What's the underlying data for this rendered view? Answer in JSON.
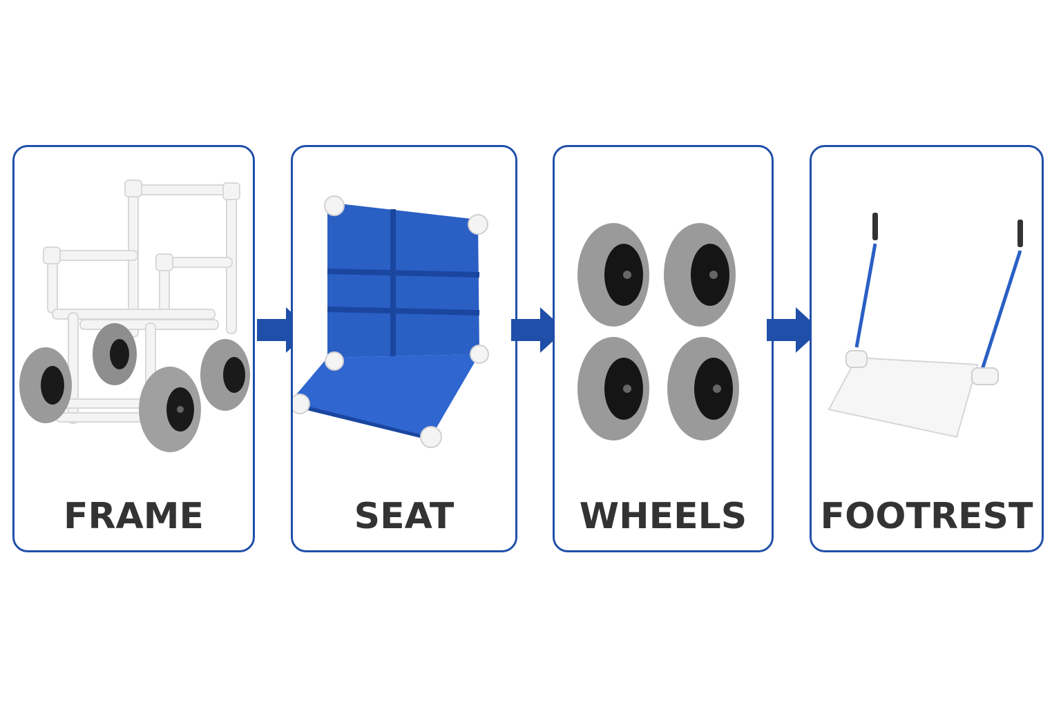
{
  "colors": {
    "border": "#1f4fa8",
    "arrow": "#1f4fa8",
    "label": "#333333",
    "tire": "#9a9a9a",
    "hub": "#111111",
    "pvc": "#f2f2f2",
    "mesh": "#2a5fc4"
  },
  "steps": [
    {
      "label": "FRAME",
      "icon": "pvc-frame-with-wheels"
    },
    {
      "label": "SEAT",
      "icon": "blue-mesh-seat"
    },
    {
      "label": "WHEELS",
      "icon": "four-balloon-wheels"
    },
    {
      "label": "FOOTREST",
      "icon": "hanging-footrest-plate"
    }
  ]
}
